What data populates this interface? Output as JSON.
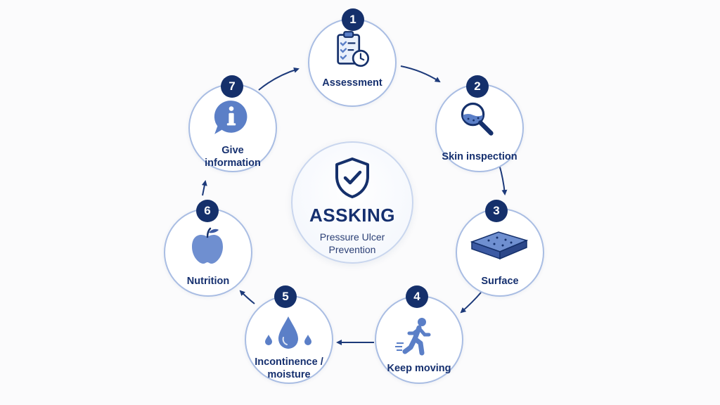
{
  "center": {
    "title": "ASSKING",
    "subtitle_line1": "Pressure Ulcer",
    "subtitle_line2": "Prevention",
    "icon": "shield-check-icon"
  },
  "steps": [
    {
      "number": "1",
      "label_line1": "Assessment",
      "label_line2": "",
      "icon": "clipboard-clock-icon"
    },
    {
      "number": "2",
      "label_line1": "Skin inspection",
      "label_line2": "",
      "icon": "magnifier-icon"
    },
    {
      "number": "3",
      "label_line1": "Surface",
      "label_line2": "",
      "icon": "mattress-icon"
    },
    {
      "number": "4",
      "label_line1": "Keep moving",
      "label_line2": "",
      "icon": "walking-person-icon"
    },
    {
      "number": "5",
      "label_line1": "Incontinence /",
      "label_line2": "moisture",
      "icon": "water-drops-icon"
    },
    {
      "number": "6",
      "label_line1": "Nutrition",
      "label_line2": "",
      "icon": "apple-icon"
    },
    {
      "number": "7",
      "label_line1": "Give",
      "label_line2": "information",
      "icon": "info-chat-icon"
    }
  ],
  "colors": {
    "navy": "#15306b",
    "icon_blue": "#5b7fc7",
    "ring": "#a9bde3",
    "background": "#fbfbfc"
  }
}
